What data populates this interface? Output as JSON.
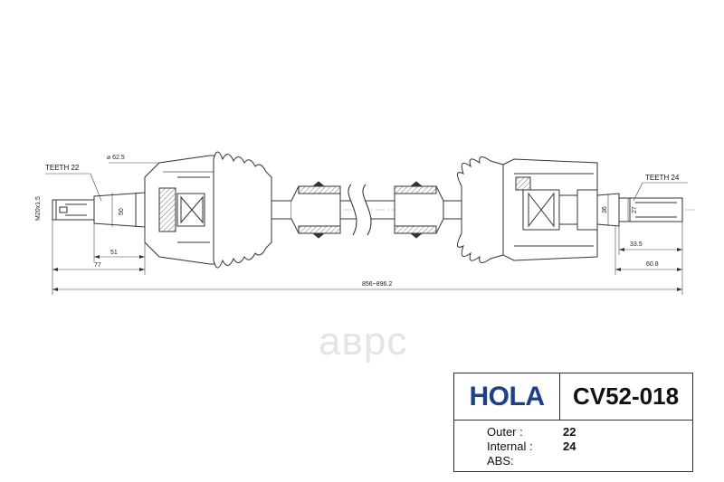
{
  "drawing": {
    "labels": {
      "teeth_outer": "TEETH 22",
      "teeth_inner": "TEETH 24",
      "thread": "M20x1.5"
    },
    "dimensions": {
      "d_boot": "⌀ 62.5",
      "d_outer_joint": "50",
      "len_51": "51",
      "len_77": "77",
      "total_length": "856~896.2",
      "d_inner_36": "36",
      "d_inner_27": "27",
      "len_33_5": "33.5",
      "len_60_8": "60.8"
    },
    "watermark": "аврс"
  },
  "info": {
    "brand": "HOLA",
    "part_number": "CV52-018",
    "rows": [
      {
        "label": "Outer :",
        "value": "22"
      },
      {
        "label": "Internal :",
        "value": "24"
      },
      {
        "label": "ABS:",
        "value": ""
      }
    ]
  },
  "colors": {
    "brand": "#1c3f8f",
    "line": "#333333"
  }
}
